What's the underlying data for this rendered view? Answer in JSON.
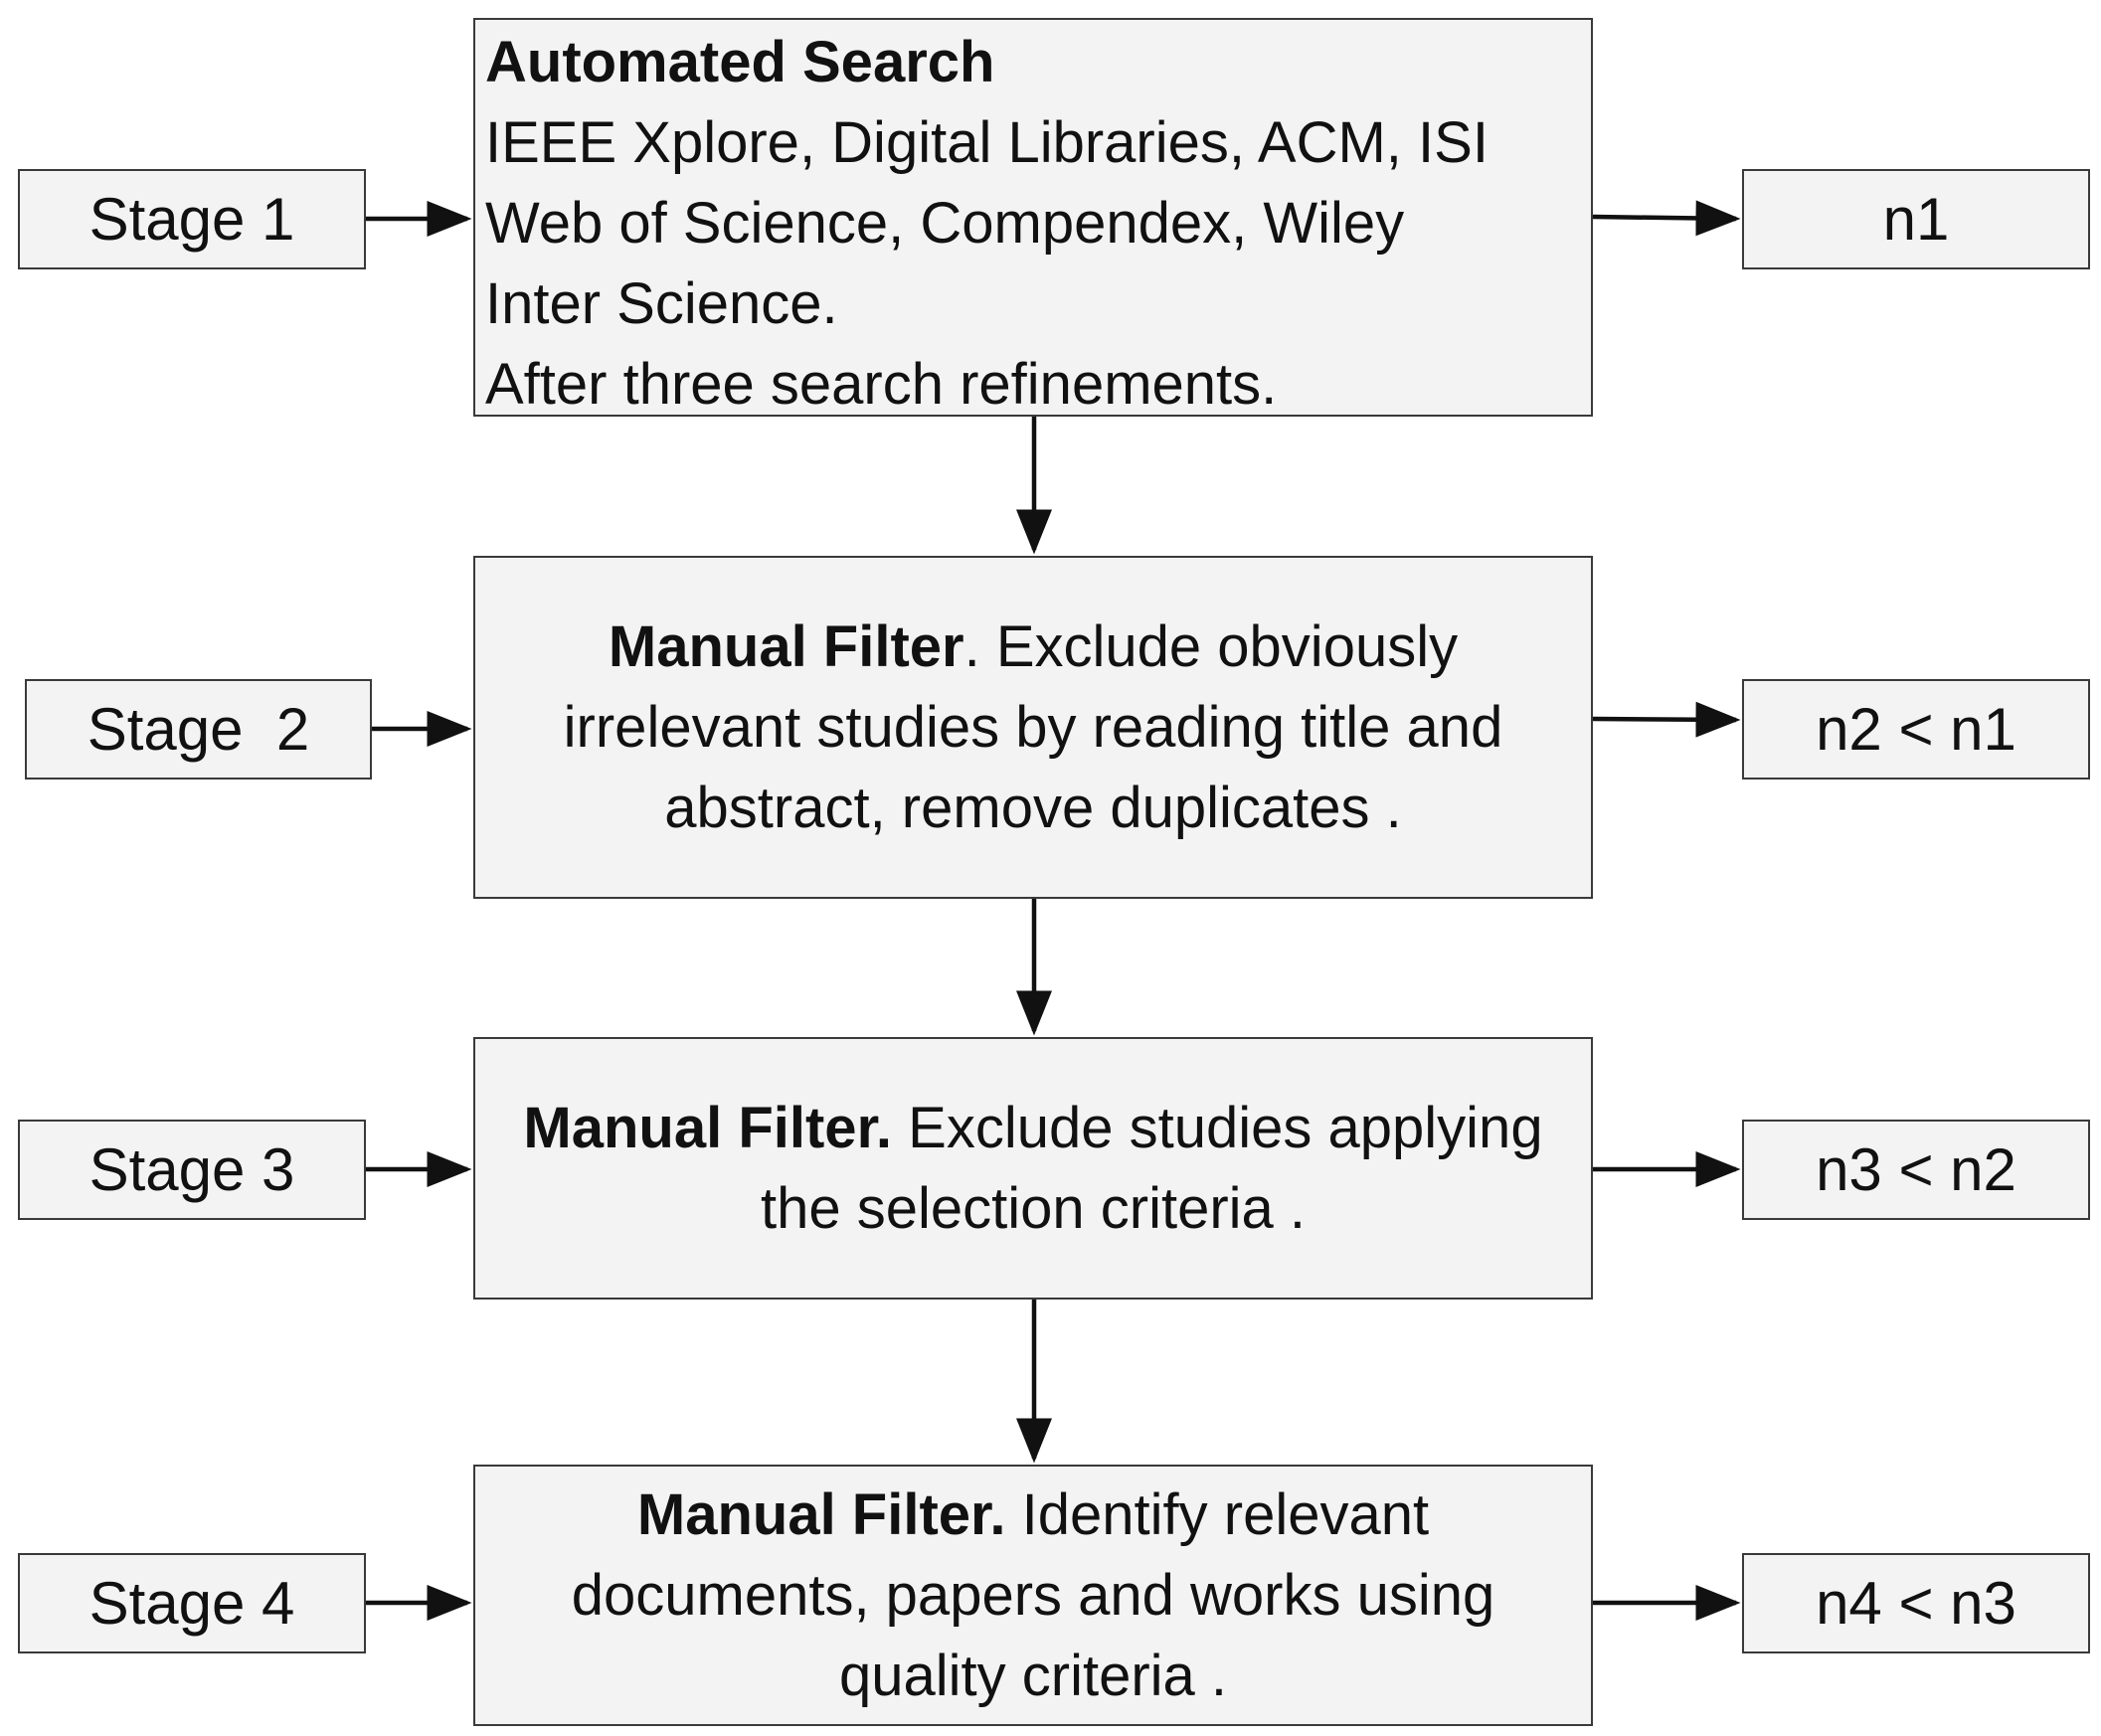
{
  "stages": [
    {
      "label": "Stage 1",
      "title": "Automated Search",
      "lines": [
        "IEEE Xplore, Digital Libraries, ACM, ISI",
        "Web of Science, Compendex, Wiley",
        "Inter Science.",
        "After three search refinements."
      ],
      "result": "n1"
    },
    {
      "label": "Stage  2",
      "title": "Manual Filter",
      "description": ". Exclude obviously irrelevant studies by reading title and abstract, remove duplicates .",
      "result": "n2 < n1"
    },
    {
      "label": "Stage 3",
      "title": "Manual Filter.",
      "description": " Exclude studies applying the selection criteria .",
      "result": "n3 < n2"
    },
    {
      "label": "Stage 4",
      "title": "Manual Filter.",
      "description": " Identify relevant documents, papers and works using quality criteria .",
      "result": "n4 < n3"
    }
  ]
}
